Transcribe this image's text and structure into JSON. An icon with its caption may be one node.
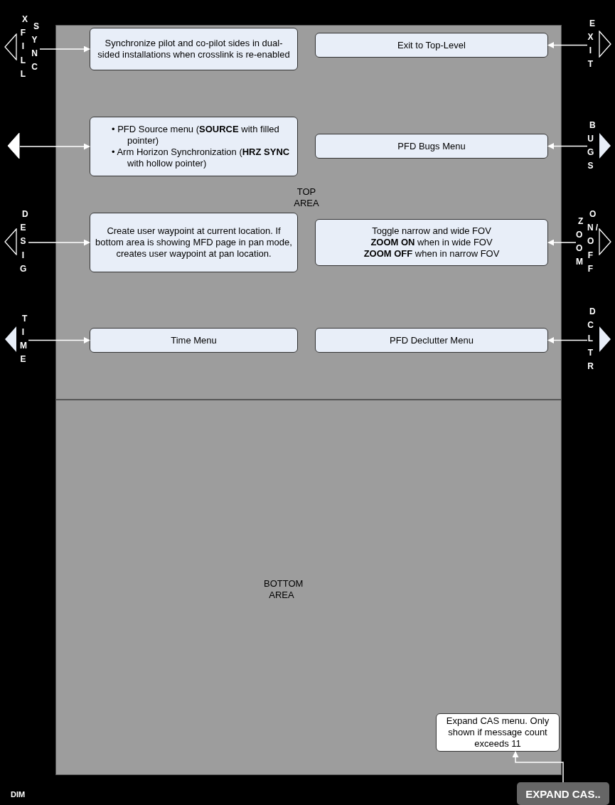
{
  "diagram": {
    "nodes": [
      {
        "text": [
          "TOP AREA"
        ]
      },
      {
        "text": [
          "Synchronize pilot and co-pilot sides in dual-sided installations when crosslink is re-enabled"
        ],
        "in": 0
      },
      {
        "text": [
          "Exit to Top-Level"
        ],
        "in": 0
      },
      {
        "text": [
          "• PFD Source menu (**SOURCE** with filled pointer)",
          "• Arm Horizon Synchronization (**HRZ SYNC** with hollow pointer)"
        ],
        "in": 0
      },
      {
        "text": [
          "PFD Bugs Menu"
        ],
        "in": 0
      },
      {
        "text": [
          "Create user waypoint at current location. If bottom area is showing MFD page in pan mode, creates user waypoint at pan location."
        ],
        "in": 0
      },
      {
        "text": [
          "Toggle narrow and wide FOV",
          "**ZOOM ON** when in wide FOV",
          "**ZOOM OFF** when in narrow FOV"
        ],
        "in": 0
      },
      {
        "text": [
          "Time Menu"
        ],
        "in": 0
      },
      {
        "text": [
          "PFD Declutter Menu"
        ],
        "in": 0
      },
      {
        "text": [
          "BOTTOM AREA"
        ]
      },
      {
        "text": [
          "Expand CAS menu.  Only shown if message count exceeds 11"
        ],
        "in": 9
      },
      {
        "text": [
          "XFILL",
          "SYNC"
        ]
      },
      {
        "text": [
          "EXIT"
        ]
      },
      {
        "text": [],
        "shape": "triangle"
      },
      {
        "text": [
          "BUGS"
        ]
      },
      {
        "text": [
          "DESIG"
        ]
      },
      {
        "text": [
          "ZOOM",
          "ON/OFF"
        ]
      },
      {
        "text": [
          "TIME"
        ]
      },
      {
        "text": [
          "DCLTR"
        ]
      },
      {
        "text": [
          "EXPAND CAS.."
        ]
      }
    ],
    "edges": [
      {
        "from": 11,
        "to": 1,
        "arrow": "to"
      },
      {
        "from": 12,
        "to": 2,
        "arrow": "to"
      },
      {
        "from": 13,
        "to": 3,
        "arrow": "to"
      },
      {
        "from": 14,
        "to": 4,
        "arrow": "to"
      },
      {
        "from": 15,
        "to": 5,
        "arrow": "to"
      },
      {
        "from": 16,
        "to": 6,
        "arrow": "to"
      },
      {
        "from": 17,
        "to": 7,
        "arrow": "to"
      },
      {
        "from": 18,
        "to": 8,
        "arrow": "to"
      },
      {
        "from": 19,
        "to": 10,
        "arrow": "to"
      }
    ],
    "labels": [
      "DIM"
    ]
  }
}
